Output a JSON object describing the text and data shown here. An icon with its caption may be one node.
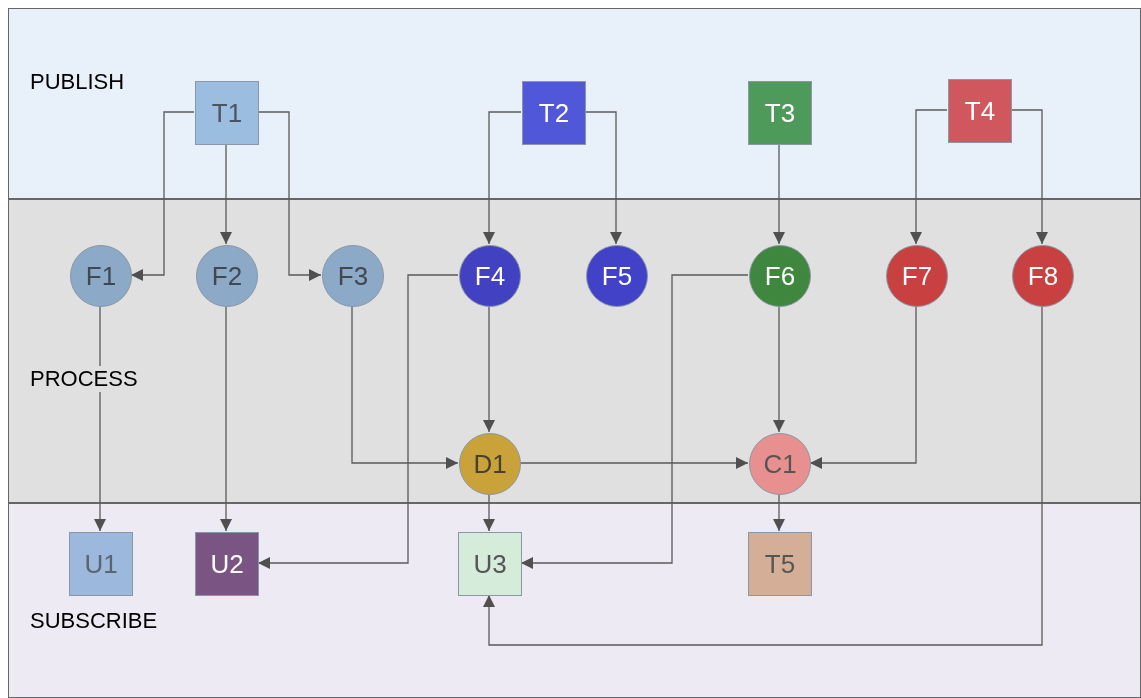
{
  "diagram": {
    "nodes": [
      {
        "text": [
          "PUBLISH"
        ]
      },
      {
        "text": [
          "PROCESS"
        ]
      },
      {
        "text": [
          "SUBSCRIBE"
        ]
      },
      {
        "text": [
          "T1"
        ],
        "in": 0
      },
      {
        "text": [
          "T2"
        ],
        "in": 0
      },
      {
        "text": [
          "T3"
        ],
        "in": 0
      },
      {
        "text": [
          "T4"
        ],
        "in": 0
      },
      {
        "text": [
          "F1"
        ],
        "in": 1
      },
      {
        "text": [
          "F2"
        ],
        "in": 1
      },
      {
        "text": [
          "F3"
        ],
        "in": 1
      },
      {
        "text": [
          "F4"
        ],
        "in": 1
      },
      {
        "text": [
          "F5"
        ],
        "in": 1
      },
      {
        "text": [
          "F6"
        ],
        "in": 1
      },
      {
        "text": [
          "F7"
        ],
        "in": 1
      },
      {
        "text": [
          "F8"
        ],
        "in": 1
      },
      {
        "text": [
          "D1"
        ],
        "in": 1
      },
      {
        "text": [
          "C1"
        ],
        "in": 1
      },
      {
        "text": [
          "U1"
        ],
        "in": 2
      },
      {
        "text": [
          "U2"
        ],
        "in": 2
      },
      {
        "text": [
          "U3"
        ],
        "in": 2
      },
      {
        "text": [
          "T5"
        ],
        "in": 2
      }
    ],
    "edges": [
      {
        "from": 3,
        "to": 7,
        "arrow": "to"
      },
      {
        "from": 3,
        "to": 8,
        "arrow": "to"
      },
      {
        "from": 3,
        "to": 9,
        "arrow": "to"
      },
      {
        "from": 4,
        "to": 10,
        "arrow": "to"
      },
      {
        "from": 4,
        "to": 11,
        "arrow": "to"
      },
      {
        "from": 5,
        "to": 12,
        "arrow": "to"
      },
      {
        "from": 6,
        "to": 13,
        "arrow": "to"
      },
      {
        "from": 6,
        "to": 14,
        "arrow": "to"
      },
      {
        "from": 7,
        "to": 17,
        "arrow": "to"
      },
      {
        "from": 8,
        "to": 18,
        "arrow": "to"
      },
      {
        "from": 9,
        "to": 15,
        "arrow": "to"
      },
      {
        "from": 10,
        "to": 15,
        "arrow": "to"
      },
      {
        "from": 10,
        "to": 18,
        "arrow": "to"
      },
      {
        "from": 12,
        "to": 16,
        "arrow": "to"
      },
      {
        "from": 12,
        "to": 19,
        "arrow": "to"
      },
      {
        "from": 13,
        "to": 16,
        "arrow": "to"
      },
      {
        "from": 15,
        "to": 16,
        "arrow": "to"
      },
      {
        "from": 15,
        "to": 19,
        "arrow": "to"
      },
      {
        "from": 16,
        "to": 20,
        "arrow": "to"
      },
      {
        "from": 14,
        "to": 19,
        "arrow": "to"
      }
    ]
  }
}
